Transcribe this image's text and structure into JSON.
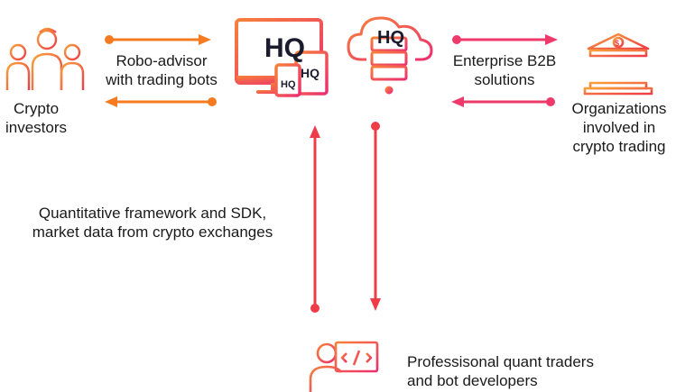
{
  "colors": {
    "orange": "#f47b20",
    "pink": "#ee3a6b",
    "red": "#ee3c48",
    "hq_dark": "#1b1b2e",
    "text": "#1a1a1a"
  },
  "icons": {
    "investors": "people-group-icon",
    "devices": "devices-hq-icon",
    "cloud": "cloud-server-icon",
    "organizations": "bank-building-icon",
    "developers": "developer-workstation-icon"
  },
  "labels": {
    "crypto_investors": [
      "Crypto",
      "investors"
    ],
    "robo_advisor": [
      "Robo-advisor",
      "with trading bots"
    ],
    "enterprise": [
      "Enterprise B2B",
      "solutions"
    ],
    "organizations": [
      "Organizations",
      "involved in",
      "crypto trading"
    ],
    "framework": [
      "Quantitative framework and SDK,",
      "market data from crypto exchanges"
    ],
    "developers": [
      "Professisonal quant traders",
      "and bot developers"
    ]
  },
  "logo_text": "HQ"
}
